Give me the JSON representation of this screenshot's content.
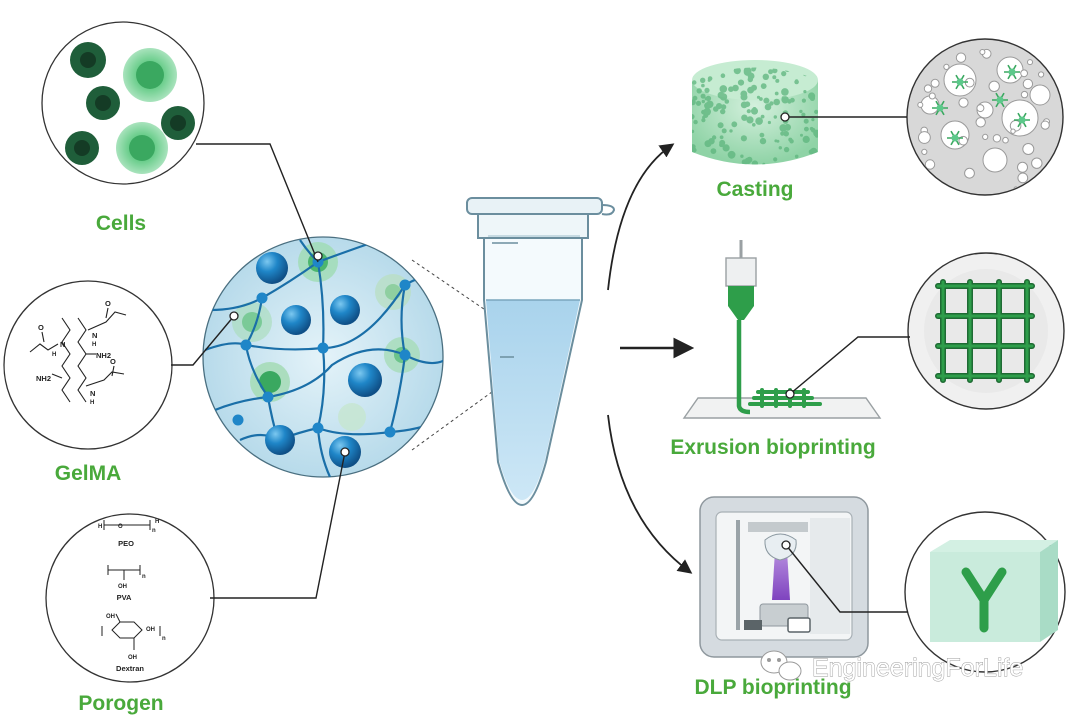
{
  "labels": {
    "cells": "Cells",
    "gelma": "GelMA",
    "porogen": "Porogen",
    "casting": "Casting",
    "extrusion": "Exrusion bioprinting",
    "dlp": "DLP bioprinting"
  },
  "gelma_chem": {
    "n": "N",
    "h": "H",
    "o": "O",
    "nh2": "NH2"
  },
  "porogen_chem": {
    "peo": "PEO",
    "pva": "PVA",
    "dextran": "Dextran",
    "h": "H",
    "o": "O",
    "oh": "OH",
    "n": "n"
  },
  "watermark": {
    "text": "EngineeringForLife",
    "icon": "wechat-icon"
  },
  "colors": {
    "label_green": "#49a93b",
    "cell_dark": "#1f5e3a",
    "cell_light": "#5cc98a",
    "hydrogel_blue": "#b9dcec",
    "bead_blue": "#1e88c9",
    "printer_green": "#2e9e4a",
    "dlp_purple": "#7a3fc0"
  }
}
